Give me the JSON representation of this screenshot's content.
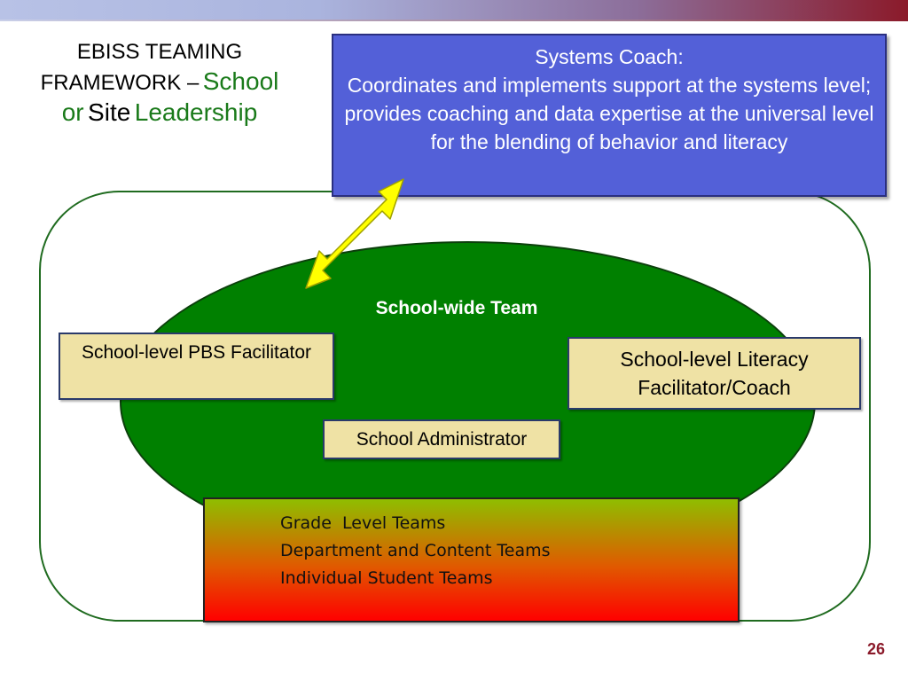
{
  "title": {
    "line1": "EBISS TEAMING",
    "line2": "FRAMEWORK –",
    "word_school": "School",
    "word_or": "or",
    "word_site": "Site",
    "word_leadership": "Leadership"
  },
  "systems_coach": {
    "heading": "Systems Coach:",
    "description": "Coordinates and implements support at the systems level; provides coaching and data expertise at the universal level for the blending of behavior and literacy"
  },
  "school_wide_team": {
    "label": "School-wide Team"
  },
  "roles": {
    "pbs_facilitator": "School-level PBS Facilitator",
    "literacy_facilitator": "School-level Literacy Facilitator/Coach",
    "administrator": "School Administrator"
  },
  "sub_teams": [
    "Grade  Level Teams",
    "Department and Content Teams",
    "Individual Student Teams"
  ],
  "page_number": "26",
  "colors": {
    "accent_green": "#1a7a1a",
    "team_ellipse": "#008000",
    "coach_box": "#5360d8",
    "role_box": "#efe2a5",
    "arrow": "#ffff00",
    "page_number": "#8b1a2a"
  }
}
